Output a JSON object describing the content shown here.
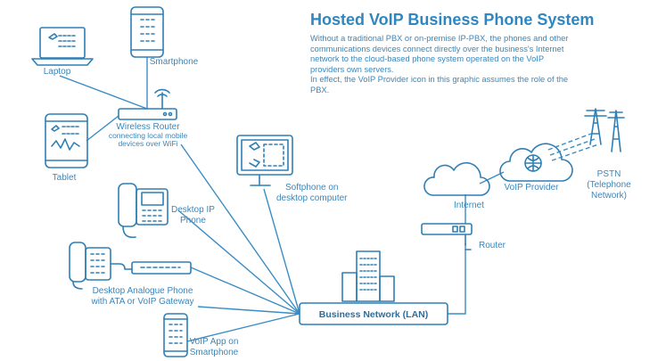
{
  "title": "Hosted VoIP Business Phone System",
  "description": [
    "Without a traditional PBX or on-premise IP-PBX, the phones and other communications devices connect directly over the business's Internet network to the cloud-based phone system operated on the VoIP providers own servers.",
    "In effect, the VoIP Provider icon in this graphic assumes the role of the PBX."
  ],
  "labels": {
    "laptop": "Laptop",
    "smartphone": "Smartphone",
    "tablet": "Tablet",
    "router_title": "Wireless Router",
    "router_sub1": "connecting local mobile",
    "router_sub2": "devices over WiFi",
    "softphone1": "Softphone on",
    "softphone2": "desktop computer",
    "desk_ip1": "Desktop IP",
    "desk_ip2": "Phone",
    "analogue1": "Desktop Analogue Phone",
    "analogue2": "with ATA or VoIP Gateway",
    "voip_app1": "VoIP App on",
    "voip_app2": "Smartphone",
    "lan": "Business Network (LAN)",
    "internet": "Internet",
    "router": "Router",
    "voip_provider": "VoIP Provider",
    "pstn1": "PSTN",
    "pstn2": "(Telephone",
    "pstn3": "Network)"
  },
  "colors": {
    "accent": "#2f86c0",
    "line": "#3a8dc4"
  },
  "icons": [
    "laptop-icon",
    "smartphone-icon",
    "tablet-icon",
    "wireless-router-icon",
    "monitor-icon",
    "ip-phone-icon",
    "analogue-phone-icon",
    "gateway-icon",
    "building-icon",
    "cloud-icon",
    "globe-cloud-icon",
    "router-icon",
    "tower-icon"
  ]
}
